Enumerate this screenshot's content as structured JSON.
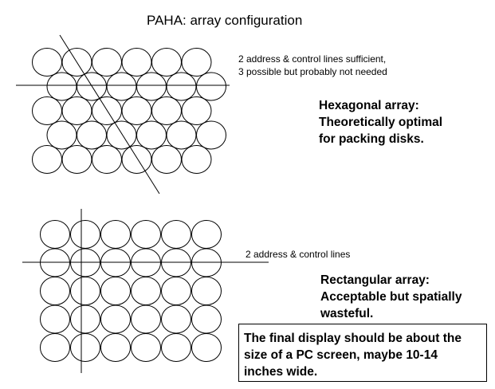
{
  "title": "PAHA: array configuration",
  "hexagonal": {
    "note_lines": [
      "2 address & control lines sufficient,",
      "3 possible but probably not needed"
    ],
    "caption_lines": [
      "Hexagonal array:",
      "Theoretically optimal",
      "for packing disks."
    ],
    "rows": 5,
    "disks_per_row": 6,
    "address_lines": 2
  },
  "rectangular": {
    "note": "2 address & control lines",
    "caption_lines": [
      "Rectangular array:",
      "Acceptable but spatially",
      "wasteful."
    ],
    "rows": 5,
    "disks_per_row": 6,
    "address_lines": 2
  },
  "final_note_lines": [
    "The final display should be about the",
    "size of a PC screen, maybe 10-14",
    "inches wide."
  ]
}
